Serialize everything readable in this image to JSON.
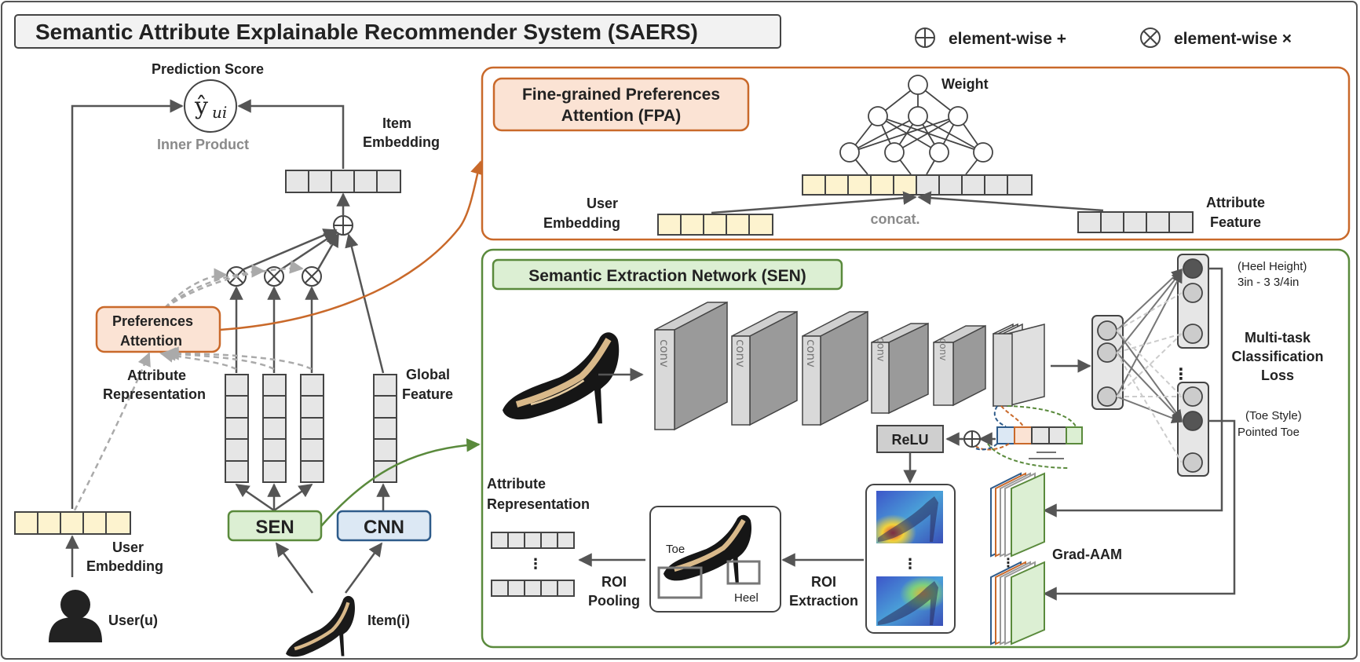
{
  "title": "Semantic Attribute Explainable Recommender System (SAERS)",
  "legend": {
    "plus_label": "element-wise +",
    "times_label": "element-wise ×"
  },
  "left": {
    "prediction_score": "Prediction Score",
    "y_hat": "ŷ",
    "y_sub": "ui",
    "inner_product": "Inner Product",
    "item_embedding_1": "Item",
    "item_embedding_2": "Embedding",
    "preferences_attention_1": "Preferences",
    "preferences_attention_2": "Attention",
    "attribute_representation_1": "Attribute",
    "attribute_representation_2": "Representation",
    "global_feature_1": "Global",
    "global_feature_2": "Feature",
    "sen_box": "SEN",
    "cnn_box": "CNN",
    "user_embedding_1": "User",
    "user_embedding_2": "Embedding",
    "user_label": "User(u)",
    "item_label": "Item(i)"
  },
  "fpa": {
    "title_1": "Fine-grained Preferences",
    "title_2": "Attention (FPA)",
    "weight": "Weight",
    "user_embedding_1": "User",
    "user_embedding_2": "Embedding",
    "concat": "concat.",
    "attribute_feature_1": "Attribute",
    "attribute_feature_2": "Feature"
  },
  "sen": {
    "title": "Semantic Extraction Network (SEN)",
    "conv_label": "conv",
    "relu": "ReLU",
    "heel_height_1": "(Heel Height)",
    "heel_height_2": "3in - 3 3/4in",
    "multitask_1": "Multi-task",
    "multitask_2": "Classification",
    "multitask_3": "Loss",
    "toe_style_1": "(Toe Style)",
    "toe_style_2": "Pointed Toe",
    "grad_aam": "Grad-AAM",
    "roi_extraction_1": "ROI",
    "roi_extraction_2": "Extraction",
    "roi_pooling_1": "ROI",
    "roi_pooling_2": "Pooling",
    "toe": "Toe",
    "heel": "Heel",
    "attribute_representation_1": "Attribute",
    "attribute_representation_2": "Representation",
    "dots": "⋮"
  },
  "colors": {
    "orange": "#c9692a",
    "green": "#5a8a3c",
    "blue": "#2e5b8a",
    "yellow_cell": "#fdf3cf",
    "gray_cell": "#e6e6e6"
  }
}
